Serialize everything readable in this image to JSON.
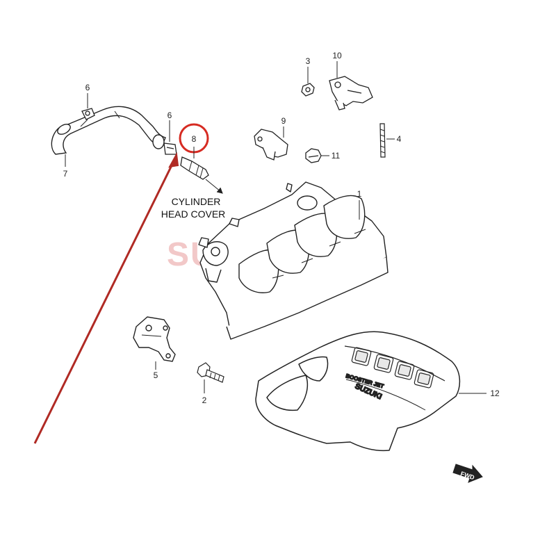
{
  "diagram": {
    "callouts": [
      {
        "id": "p1",
        "label": "1"
      },
      {
        "id": "p2",
        "label": "2"
      },
      {
        "id": "p3",
        "label": "3"
      },
      {
        "id": "p4",
        "label": "4"
      },
      {
        "id": "p5",
        "label": "5"
      },
      {
        "id": "p6a",
        "label": "6"
      },
      {
        "id": "p6b",
        "label": "6"
      },
      {
        "id": "p7",
        "label": "7"
      },
      {
        "id": "p8",
        "label": "8"
      },
      {
        "id": "p9",
        "label": "9"
      },
      {
        "id": "p10",
        "label": "10"
      },
      {
        "id": "p11",
        "label": "11"
      },
      {
        "id": "p12",
        "label": "12"
      }
    ],
    "note_line1": "CYLINDER",
    "note_line2": "HEAD COVER",
    "fwd_label": "FWD",
    "cover_text_line1": "BOOSTER JET",
    "cover_text_line2": "SUZUKI",
    "watermark": "SURVISION",
    "highlight_color": "#d62b22",
    "arrow_color": "#b02a24",
    "line_color": "#222222",
    "watermark_color": "#f2c8c8"
  }
}
